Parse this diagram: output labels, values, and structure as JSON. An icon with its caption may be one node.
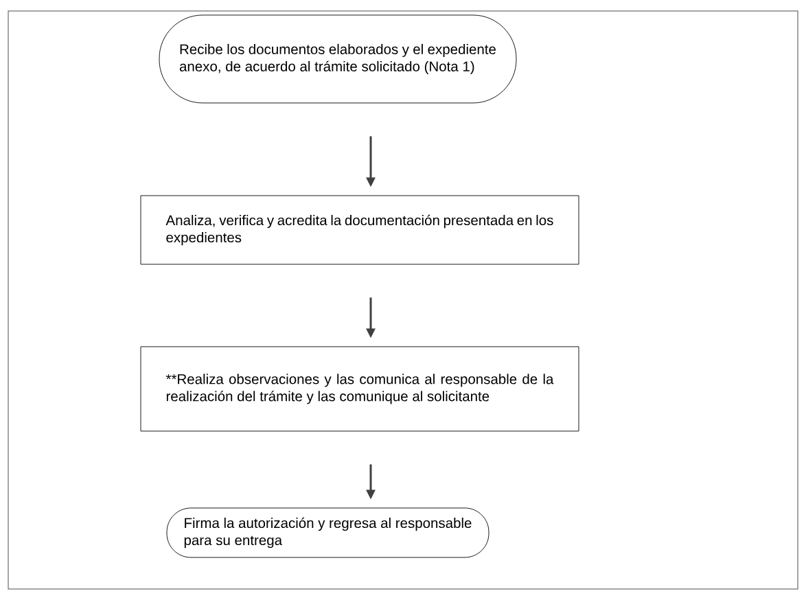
{
  "diagram": {
    "nodes": [
      {
        "text": [
          "Recibe los documentos elaborados y el expediente anexo, de acuerdo al trámite solicitado (Nota 1)"
        ]
      },
      {
        "text": [
          "Analiza, verifica y acredita la documentación presentada en los expedientes"
        ]
      },
      {
        "text": [
          "**Realiza observaciones y las comunica al responsable de la realización del trámite y las comunique al solicitante"
        ]
      },
      {
        "text": [
          "Firma la autorización y regresa al responsable para su entrega"
        ]
      }
    ],
    "edges": [
      {
        "from": 0,
        "to": 1,
        "arrow": "to"
      },
      {
        "from": 1,
        "to": 2,
        "arrow": "to"
      },
      {
        "from": 2,
        "to": 3,
        "arrow": "to"
      }
    ]
  }
}
